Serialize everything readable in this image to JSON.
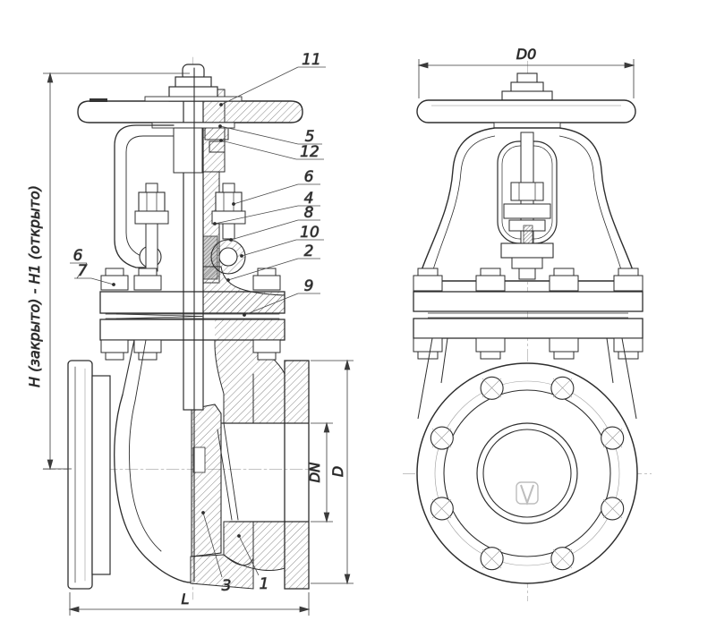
{
  "drawing": {
    "type": "technical engineering drawing",
    "subject": "gate valve, sectional front view and side view",
    "background": "#ffffff",
    "line_color": "#262626"
  },
  "dimension_labels": {
    "h": "H (закрыто) - H1 (открыто)",
    "dn": "DN",
    "d": "D",
    "l": "L",
    "d0": "D0"
  },
  "callouts": {
    "right": [
      "11",
      "5",
      "12",
      "6",
      "4",
      "8",
      "10",
      "2",
      "9"
    ],
    "left": [
      "6",
      "7"
    ],
    "bottom": [
      "3",
      "1"
    ]
  }
}
